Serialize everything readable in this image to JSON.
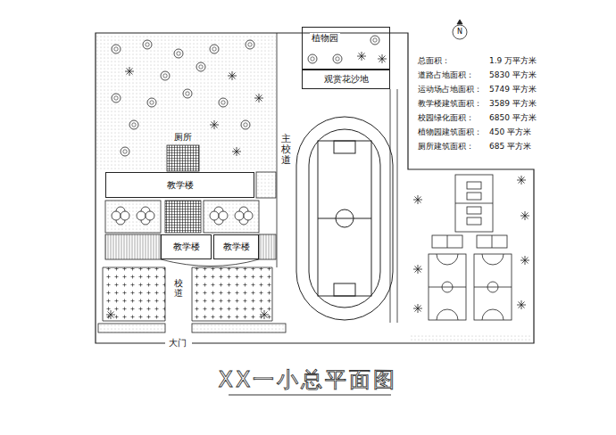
{
  "diagram": {
    "title": "XX一小总平面图",
    "nodes": [
      {
        "text": [
          "植物园"
        ]
      },
      {
        "text": [
          "观赏花沙地"
        ]
      },
      {
        "text": [
          "厕所"
        ]
      },
      {
        "text": [
          "教学楼"
        ]
      },
      {
        "text": [
          "教学楼"
        ]
      },
      {
        "text": [
          "教学楼"
        ]
      }
    ],
    "labels": [
      "N",
      "总面积：",
      "1.9 万平方米",
      "道路占地面积：",
      "5830 平方米",
      "运动场占地面积：",
      "5749 平方米",
      "教学楼建筑面积：",
      "3589 平方米",
      "校园绿化面积：",
      "6850 平方米",
      "植物园建筑面积：",
      "450 平方米",
      "厕所建筑面积：",
      "685 平方米",
      "主校道",
      "校道",
      "大门"
    ]
  }
}
